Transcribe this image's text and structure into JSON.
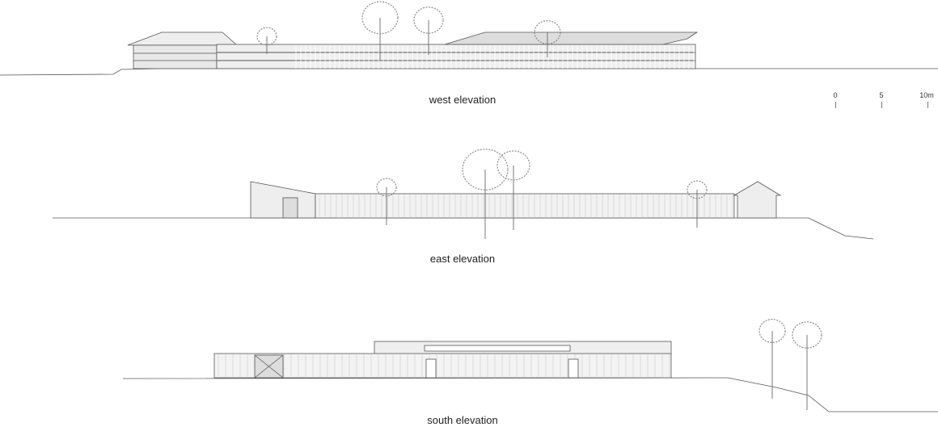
{
  "labels": {
    "west": "west elevation",
    "east": "east elevation",
    "south": "south elevation"
  },
  "scale_bar": {
    "ticks": [
      "0",
      "5",
      "10m"
    ]
  },
  "colors": {
    "line": "#555555",
    "fill": "#e6e6e6",
    "tree": "#8a8a8a"
  }
}
